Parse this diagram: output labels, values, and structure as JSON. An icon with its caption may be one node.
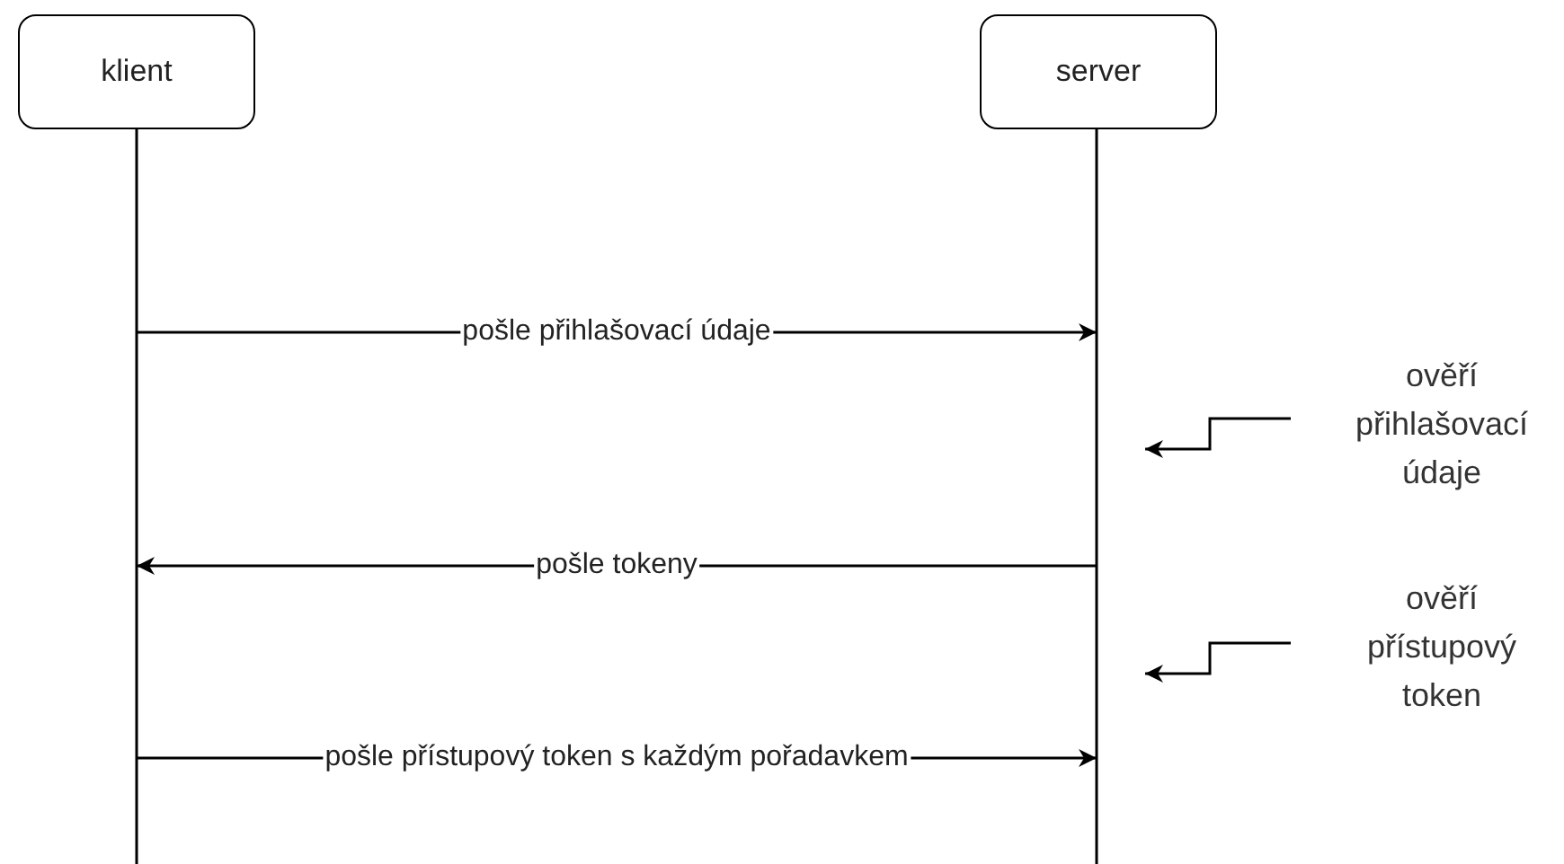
{
  "diagram": {
    "nodes": [
      {
        "text": [
          "klient"
        ]
      },
      {
        "text": [
          "server"
        ]
      },
      {
        "text": [
          "ověří přihlašovací údaje"
        ]
      },
      {
        "text": [
          "ověří přístupový token"
        ]
      }
    ],
    "edges": [
      {
        "from": 0,
        "to": 1,
        "arrow": "to",
        "label": "pošle přihlašovací údaje"
      },
      {
        "from": 2,
        "to": 1,
        "arrow": "to"
      },
      {
        "from": 1,
        "to": 0,
        "arrow": "to",
        "label": "pošle tokeny"
      },
      {
        "from": 3,
        "to": 1,
        "arrow": "to"
      },
      {
        "from": 0,
        "to": 1,
        "arrow": "to",
        "label": "pošle přístupový token s každým pořadavkem"
      }
    ]
  }
}
